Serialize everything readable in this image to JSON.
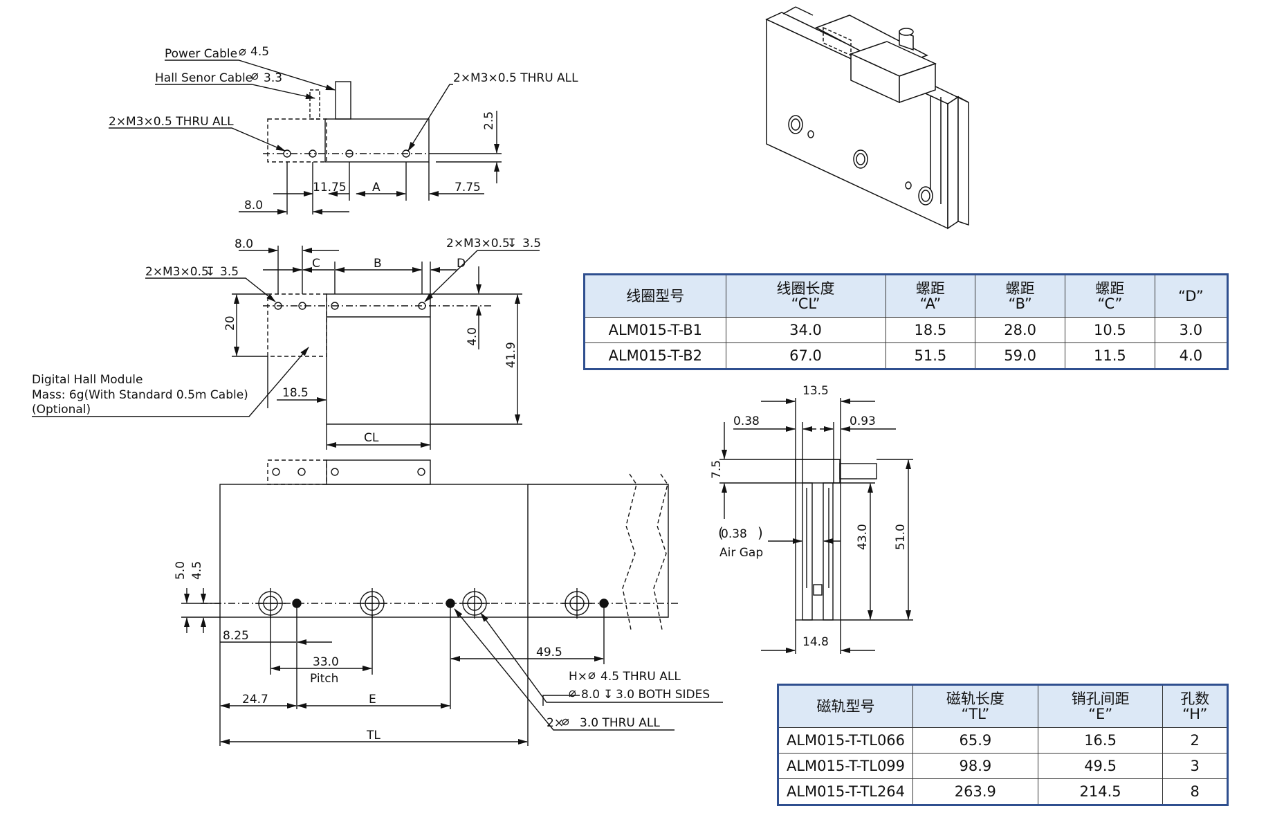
{
  "labels": {
    "power_cable": "Power Cable",
    "power_cable_dia": "4.5",
    "hall_cable": "Hall Senor Cable",
    "hall_cable_dia": "3.3",
    "thru_all_right": "2×M3×0.5 THRU ALL",
    "thru_all_left": "2×M3×0.5 THRU ALL",
    "depth_right": "2×M3×0.5",
    "depth_right_val": "3.5",
    "depth_left": "2×M3×0.5",
    "depth_left_val": "3.5",
    "hall_module_1": "Digital Hall Module",
    "hall_module_2": "Mass: 6g(With Standard 0.5m Cable)",
    "hall_module_3": "(Optional)",
    "pitch": "Pitch",
    "air_gap": "Air Gap",
    "h_thru_pre": "H×",
    "h_thru_val": "4.5 THRU ALL",
    "cbore_val": "8.0",
    "cbore_depth": "3.0 BOTH SIDES",
    "pin_pre": "2×",
    "pin_val": "3.0 THRU ALL"
  },
  "dims": {
    "d_2_5": "2.5",
    "d_11_75": "11.75",
    "d_A": "A",
    "d_7_75": "7.75",
    "d_8_0a": "8.0",
    "d_8_0b": "8.0",
    "d_C": "C",
    "d_B": "B",
    "d_D": "D",
    "d_20": "20",
    "d_4_0": "4.0",
    "d_41_9": "41.9",
    "d_18_5": "18.5",
    "d_CL": "CL",
    "d_5_0": "5.0",
    "d_4_5": "4.5",
    "d_8_25": "8.25",
    "d_33_0": "33.0",
    "d_49_5": "49.5",
    "d_24_7": "24.7",
    "d_E": "E",
    "d_TL": "TL",
    "d_13_5": "13.5",
    "d_0_38a": "0.38",
    "d_0_93": "0.93",
    "d_7_5": "7.5",
    "d_0_38b": "0.38",
    "d_43_0": "43.0",
    "d_51_0": "51.0",
    "d_14_8": "14.8"
  },
  "coil_table": {
    "headers": [
      {
        "l1": "线圈型号",
        "l2": ""
      },
      {
        "l1": "线圈长度",
        "l2": "“CL”"
      },
      {
        "l1": "螺距",
        "l2": "“A”"
      },
      {
        "l1": "螺距",
        "l2": "“B”"
      },
      {
        "l1": "螺距",
        "l2": "“C”"
      },
      {
        "l1": "“D”",
        "l2": ""
      }
    ],
    "rows": [
      [
        "ALM015-T-B1",
        "34.0",
        "18.5",
        "28.0",
        "10.5",
        "3.0"
      ],
      [
        "ALM015-T-B2",
        "67.0",
        "51.5",
        "59.0",
        "11.5",
        "4.0"
      ]
    ]
  },
  "track_table": {
    "headers": [
      {
        "l1": "磁轨型号",
        "l2": ""
      },
      {
        "l1": "磁轨长度",
        "l2": "“TL”"
      },
      {
        "l1": "销孔间距",
        "l2": "“E”"
      },
      {
        "l1": "孔数",
        "l2": "“H”"
      }
    ],
    "rows": [
      [
        "ALM015-T-TL066",
        "65.9",
        "16.5",
        "2"
      ],
      [
        "ALM015-T-TL099",
        "98.9",
        "49.5",
        "3"
      ],
      [
        "ALM015-T-TL264",
        "263.9",
        "214.5",
        "8"
      ]
    ]
  }
}
